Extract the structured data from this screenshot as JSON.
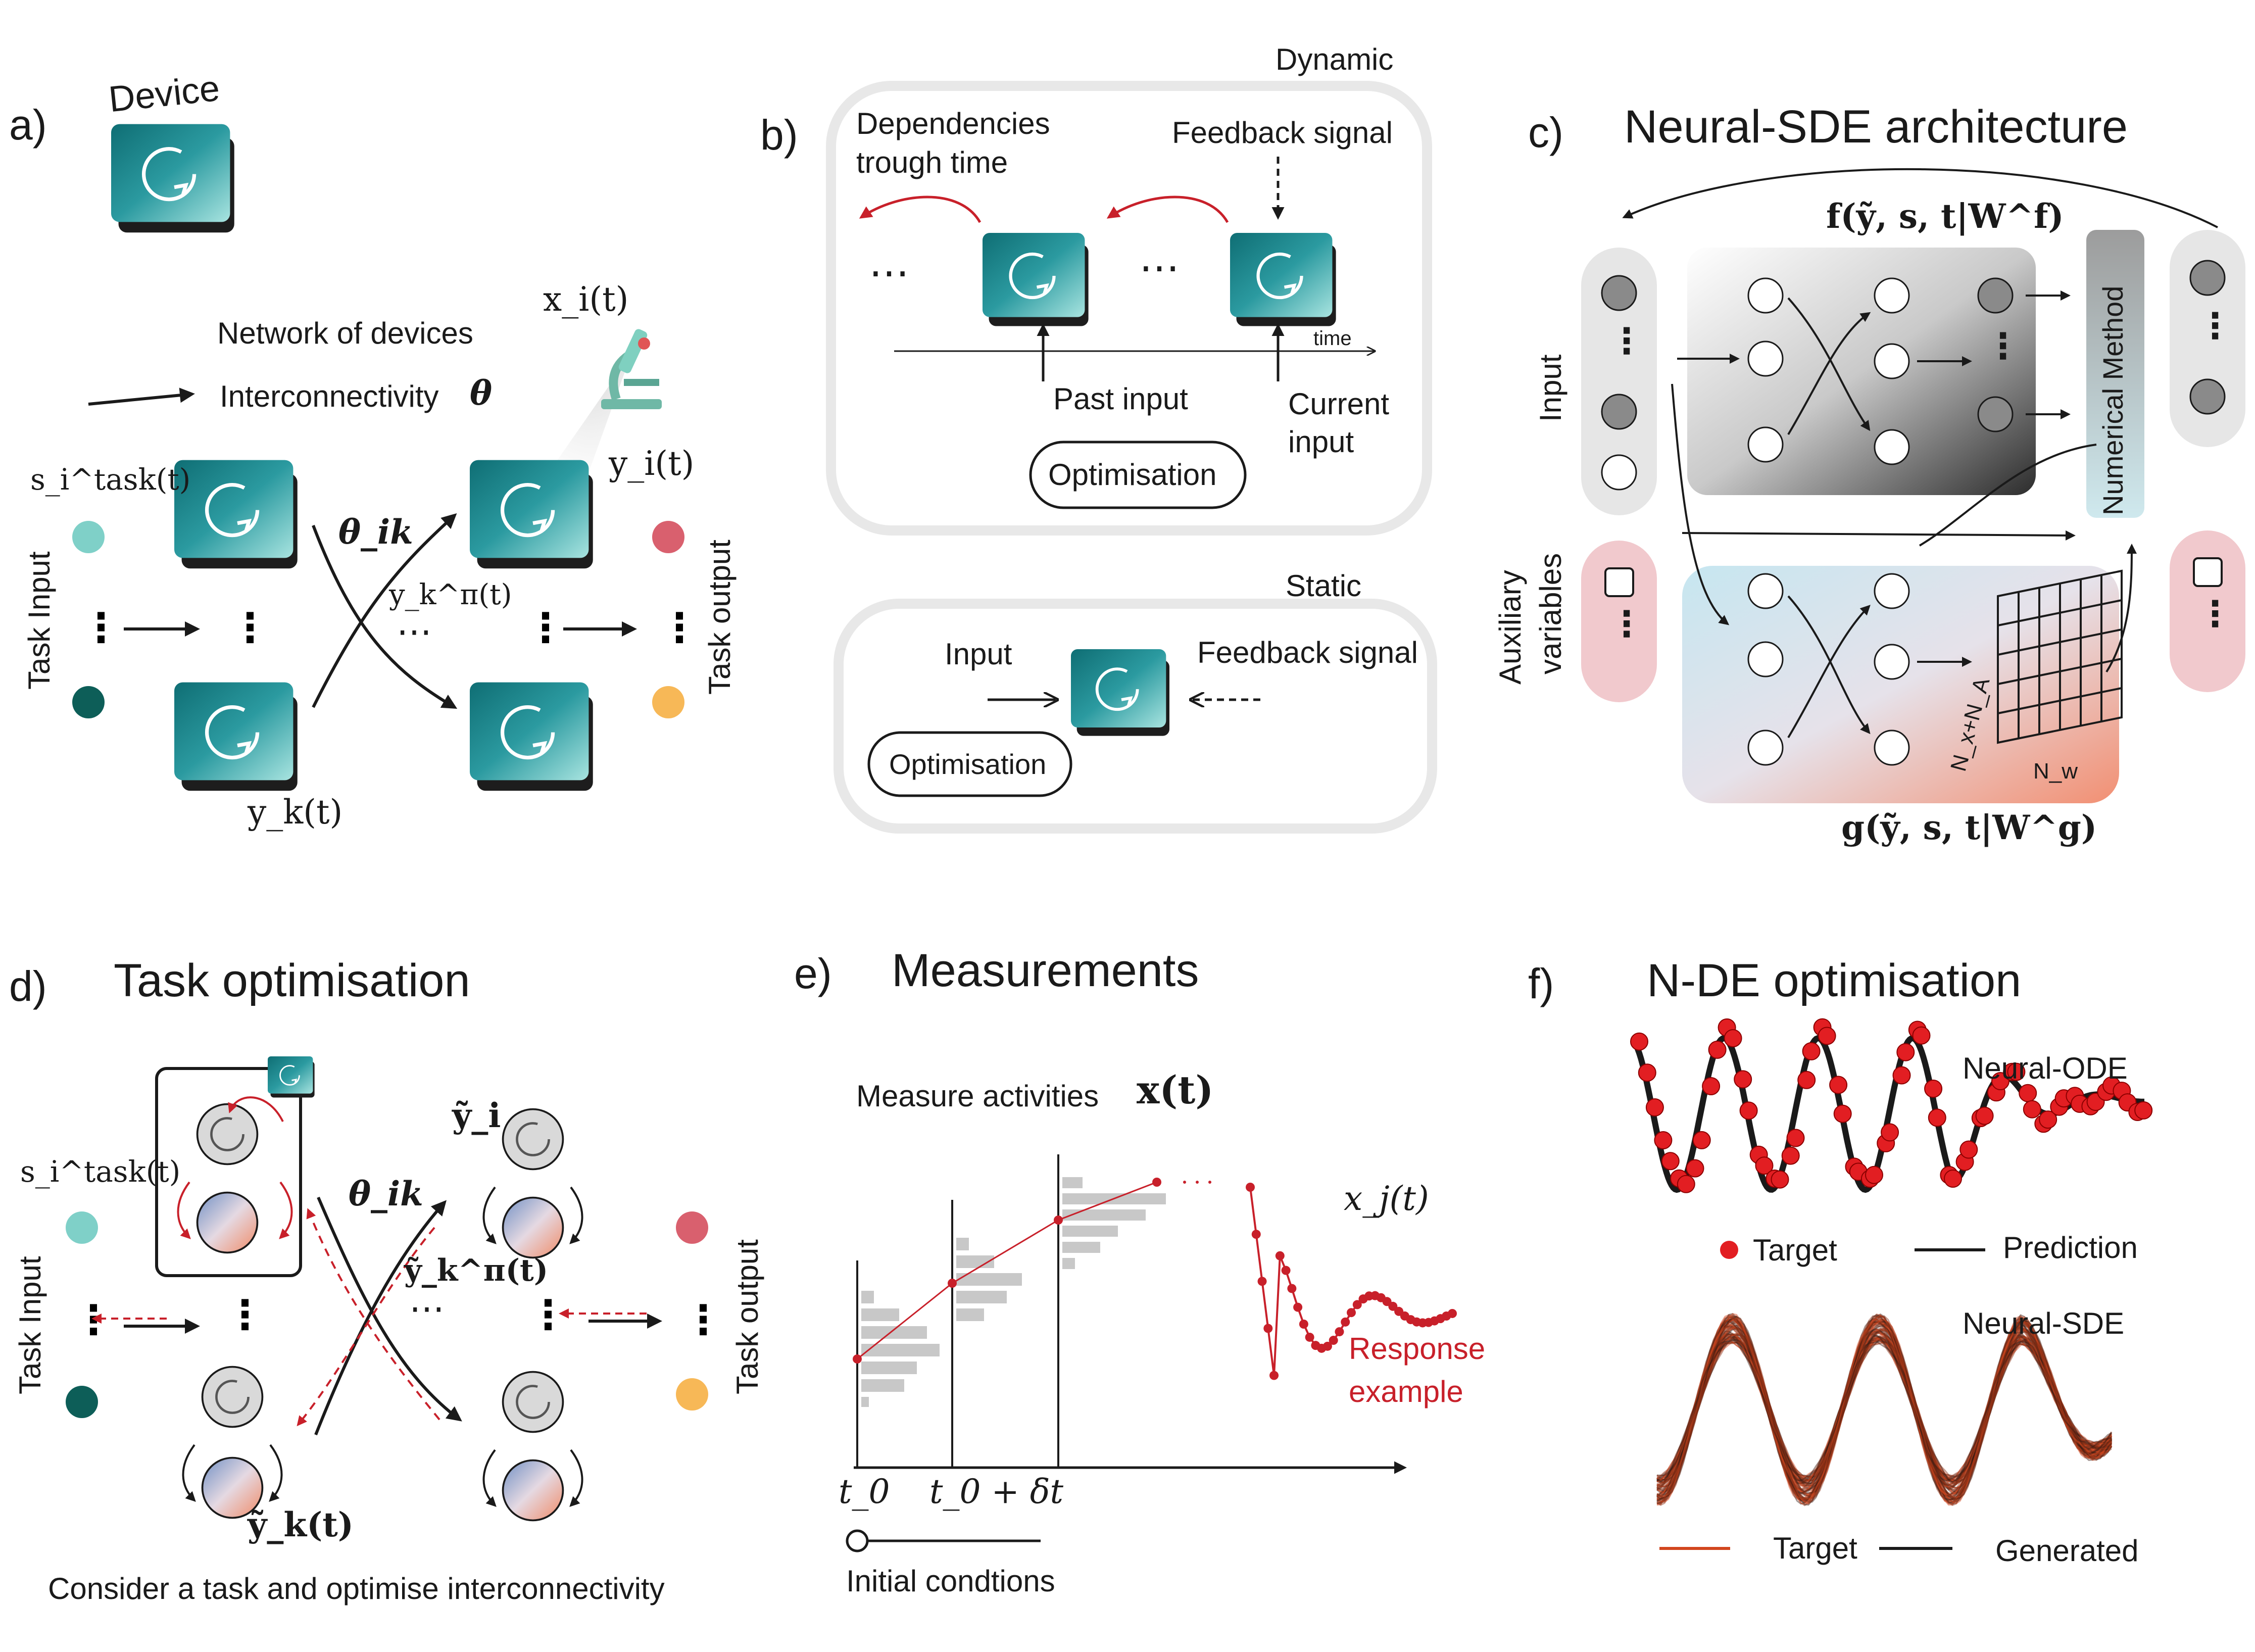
{
  "colors": {
    "teal": "#1f7f86",
    "teal_light": "#7fd0c8",
    "teal_dark": "#0d5e58",
    "red": "#c8202a",
    "pink": "#f1c9cd",
    "rose": "#d9606e",
    "orange": "#f7b857",
    "grey": "#e8e8e8",
    "device_front": "#2a8f95",
    "device_side": "#1d1d1d"
  },
  "panel_a": {
    "letter": "a)",
    "device_label": "Device",
    "network_label": "Network of devices",
    "interconnectivity_label": "Interconnectivity",
    "theta": "θ",
    "x_i": "x_i(t)",
    "s_task": "s_i^task(t)",
    "y_i": "y_i(t)",
    "y_k": "y_k(t)",
    "theta_ik": "θ_ik",
    "y_pi": "y_k^π(t)",
    "task_input": "Task Input",
    "task_output": "Task output",
    "microscope_icon": "microscope-icon"
  },
  "panel_b": {
    "letter": "b)",
    "dynamic_label": "Dynamic",
    "dependencies_line1": "Dependencies",
    "dependencies_line2": "trough time",
    "feedback_signal": "Feedback signal",
    "time_label": "time",
    "past_input": "Past input",
    "current_input_line1": "Current",
    "current_input_line2": "input",
    "optimisation": "Optimisation",
    "static_label": "Static",
    "input_label": "Input",
    "feedback_signal_static": "Feedback signal",
    "optimisation_static": "Optimisation",
    "dots": "⋯"
  },
  "panel_c": {
    "letter": "c)",
    "title": "Neural-SDE architecture",
    "f_label": "f(ỹ, s, t|W^f)",
    "g_label": "g(ỹ, s, t|W^g)",
    "input_label": "Input",
    "auxiliary_line1": "Auxiliary",
    "auxiliary_line2": "variables",
    "numerical_method": "Numerical Method",
    "nx_na": "N_x+N_A",
    "nw": "N_w"
  },
  "panel_d": {
    "letter": "d)",
    "title": "Task optimisation",
    "s_task": "s_i^task(t)",
    "y_tilde_i": "ỹ_i",
    "theta_ik": "θ_ik",
    "y_tilde_pi": "ỹ_k^π(t)",
    "y_tilde_k": "ỹ_k(t)",
    "task_input": "Task Input",
    "task_output": "Task output",
    "caption": "Consider a task and optimise  interconnectivity"
  },
  "panel_e": {
    "letter": "e)",
    "title": "Measurements",
    "measure_label": "Measure activities",
    "x_t": "x(t)",
    "x_j": "x_j(t)",
    "response_line1": "Response",
    "response_line2": "example",
    "t0": "t_0",
    "t0_dt": "t_0 + δt",
    "initial": "Initial condtions"
  },
  "panel_f": {
    "letter": "f)",
    "title": "N-DE optimisation",
    "ode_label": "Neural-ODE",
    "sde_label": "Neural-SDE",
    "legend_target_ode": "Target",
    "legend_prediction": "Prediction",
    "legend_target_sde": "Target",
    "legend_generated": "Generated"
  }
}
